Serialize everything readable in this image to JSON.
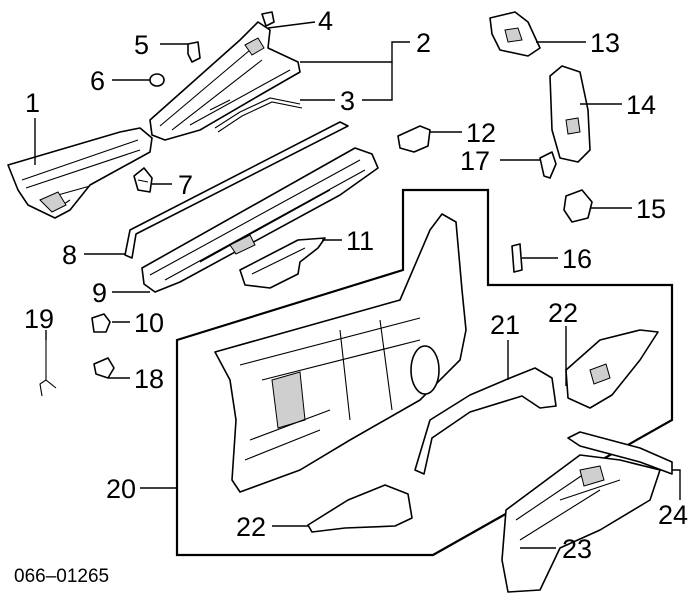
{
  "diagram": {
    "callouts": [
      "1",
      "2",
      "3",
      "4",
      "5",
      "6",
      "7",
      "8",
      "9",
      "10",
      "11",
      "12",
      "13",
      "14",
      "15",
      "16",
      "17",
      "18",
      "19",
      "20",
      "21",
      "22",
      "22",
      "23",
      "24"
    ],
    "code": "066–01265"
  }
}
